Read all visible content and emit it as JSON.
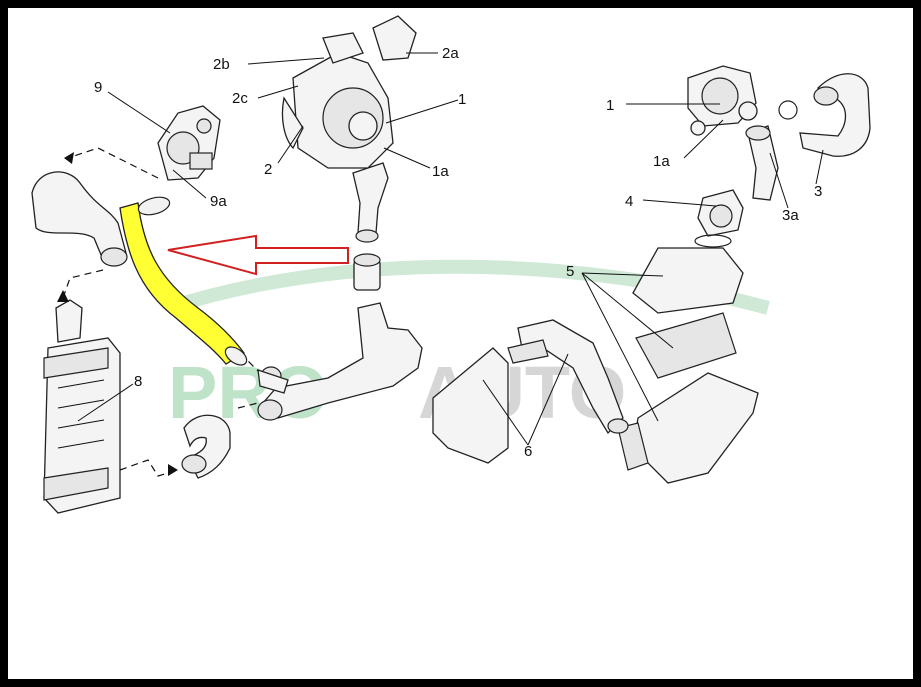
{
  "watermark": {
    "text_green": "PRO",
    "text_gray": "AUTO",
    "green_color": "#bfe3c8",
    "gray_color": "#d6d6d6"
  },
  "highlight": {
    "hose_color": "#ffff33",
    "arrow_color": "#d22020"
  },
  "labels": {
    "l_2b": "2b",
    "l_2a": "2a",
    "l_2c": "2c",
    "l_1_top": "1",
    "l_2": "2",
    "l_1a_mid": "1a",
    "l_9": "9",
    "l_9a": "9a",
    "l_8": "8",
    "l_1_right": "1",
    "l_1a_right": "1a",
    "l_3": "3",
    "l_3a": "3a",
    "l_4": "4",
    "l_5": "5",
    "l_6": "6"
  }
}
